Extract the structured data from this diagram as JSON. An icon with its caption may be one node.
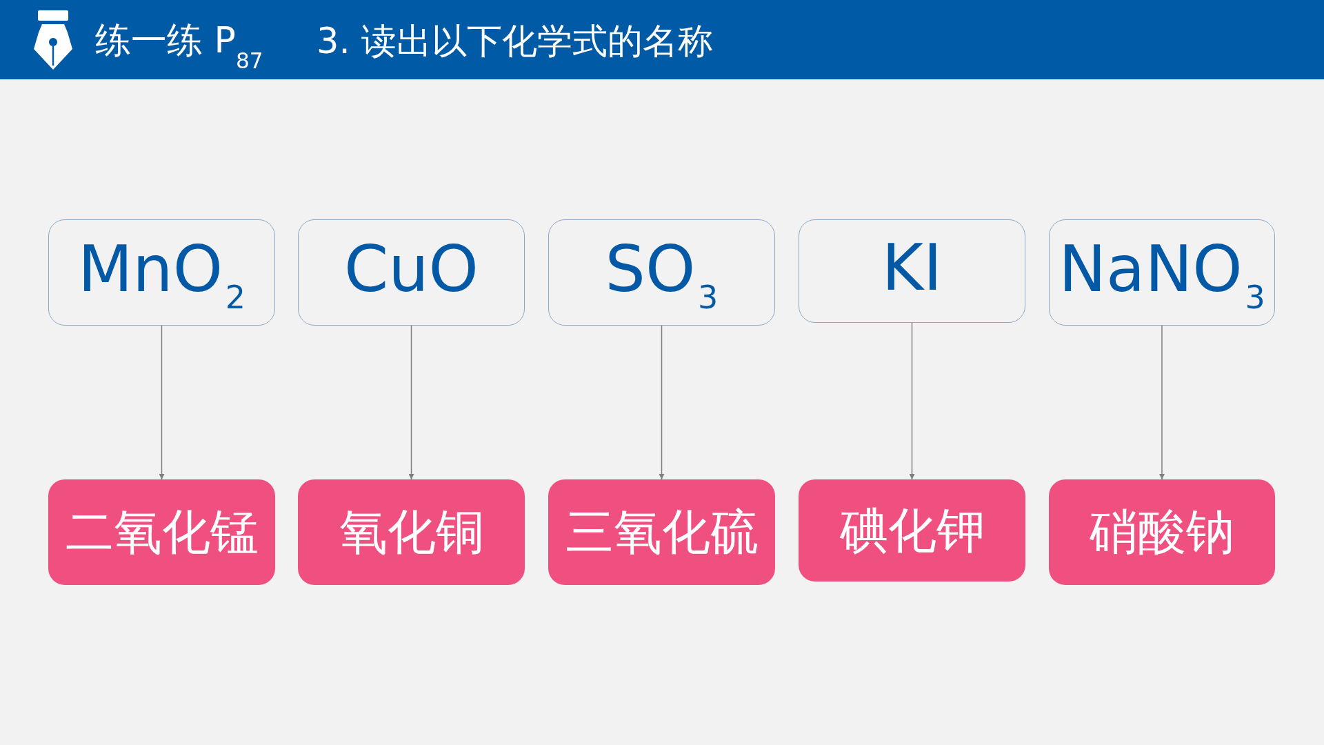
{
  "diagram": {
    "title": "3. 读出以下化学式的名称",
    "labels": [
      "练一练 P$_{87}$"
    ],
    "nodes": [
      {
        "text": [
          "MnO$_{2}$"
        ]
      },
      {
        "text": [
          "CuO"
        ]
      },
      {
        "text": [
          "SO$_{3}$"
        ]
      },
      {
        "text": [
          "KI"
        ]
      },
      {
        "text": [
          "NaNO$_{3}$"
        ]
      },
      {
        "text": [
          "二氧化锰"
        ]
      },
      {
        "text": [
          "氧化铜"
        ]
      },
      {
        "text": [
          "三氧化硫"
        ]
      },
      {
        "text": [
          "碘化钾"
        ]
      },
      {
        "text": [
          "硝酸钠"
        ]
      }
    ],
    "edges": [
      {
        "from": 0,
        "to": 5,
        "arrow": "to"
      },
      {
        "from": 1,
        "to": 6,
        "arrow": "to"
      },
      {
        "from": 2,
        "to": 7,
        "arrow": "to"
      },
      {
        "from": 3,
        "to": 8,
        "arrow": "to"
      },
      {
        "from": 4,
        "to": 9,
        "arrow": "to"
      }
    ]
  }
}
